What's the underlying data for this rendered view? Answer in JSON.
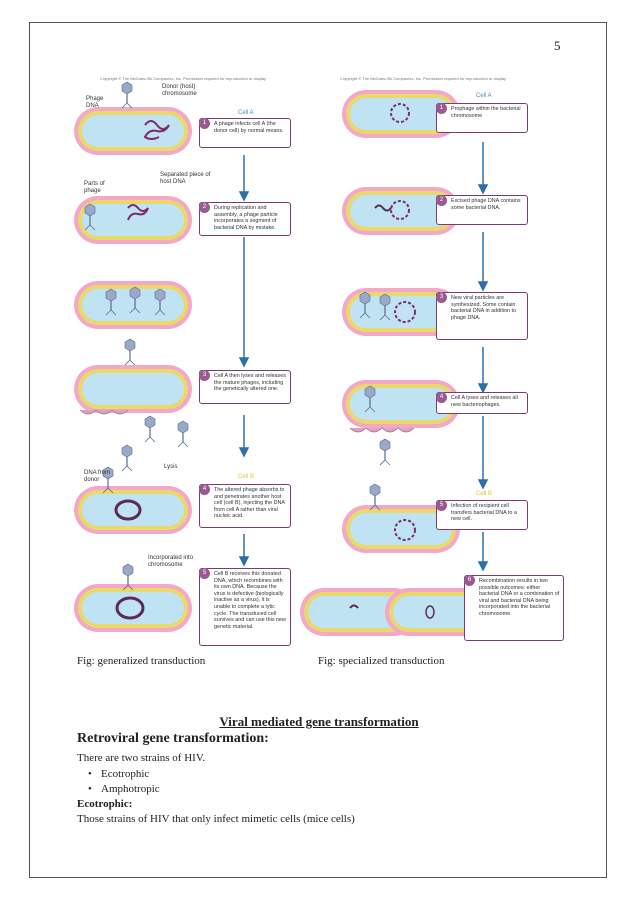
{
  "page_number": "5",
  "figure_left": {
    "copyright": "Copyright © The McGraw-Hill Companies, Inc. Permission required for reproduction or display",
    "labels": {
      "phage_dna": "Phage DNA",
      "donor_chromosome": "Donor (host) chromosome",
      "parts_of_phage": "Parts of phage",
      "separated_piece": "Separated piece of host DNA",
      "lysis": "Lysis",
      "dna_from_donor": "DNA from donor",
      "incorporated": "Incorporated into chromosome"
    },
    "cell_a": "Cell A",
    "cell_b": "Cell B",
    "steps": [
      {
        "num": "1",
        "text": "A phage infects cell A (the donor cell) by normal means."
      },
      {
        "num": "2",
        "text": "During replication and assembly, a phage particle incorporates a segment of bacterial DNA by mistake."
      },
      {
        "num": "3",
        "text": "Cell A then lyses and releases the mature phages, including the genetically altered one."
      },
      {
        "num": "4",
        "text": "The altered phage absorbs to and penetrates another host cell (cell B), injecting the DNA from cell A rather than viral nucleic acid."
      },
      {
        "num": "5",
        "text": "Cell B receives this donated DNA, which recombines with its own DNA. Because the virus is defective (biologically inactive as a virus), it is unable to complete a lytic cycle. The transduced cell survives and can use this new genetic material."
      }
    ],
    "caption": "Fig: generalized transduction"
  },
  "figure_right": {
    "copyright": "Copyright © The McGraw-Hill Companies, Inc. Permission required for reproduction or display",
    "cell_a": "Cell A",
    "cell_b": "Cell B",
    "steps": [
      {
        "num": "1",
        "text": "Prophage within the bacterial chromosome"
      },
      {
        "num": "2",
        "text": "Excised phage DNA contains some bacterial DNA."
      },
      {
        "num": "3",
        "text": "New viral particles are synthesized. Some contain bacterial DNA in addition to phage DNA."
      },
      {
        "num": "4",
        "text": "Cell A lyses and releases all new bacteriophages."
      },
      {
        "num": "5",
        "text": "Infection of recipient cell transfers bacterial DNA to a new cell."
      },
      {
        "num": "6",
        "text": "Recombination results in two possible outcomes: either bacterial DNA or a combination of viral and bacterial DNA being incorporated into the bacterial chromosome."
      }
    ],
    "caption": "Fig: specialized transduction"
  },
  "text": {
    "heading": "Viral mediated gene transformation",
    "subheading": "Retroviral gene transformation:",
    "intro": "There are two strains of HIV.",
    "bullets": [
      "Ecotrophic",
      "Amphotropic"
    ],
    "ecotrophic_label": "Ecotrophic:",
    "ecotrophic_desc": "Those strains of HIV that only infect mimetic cells (mice cells)"
  },
  "colors": {
    "cell_outer": "#f3a8c8",
    "cell_wall": "#e9d96a",
    "cell_inner": "#bfe3f3",
    "arrow": "#2f6fa8",
    "box_border": "#7a3d6f",
    "chromosome": "#7a2d6a"
  }
}
